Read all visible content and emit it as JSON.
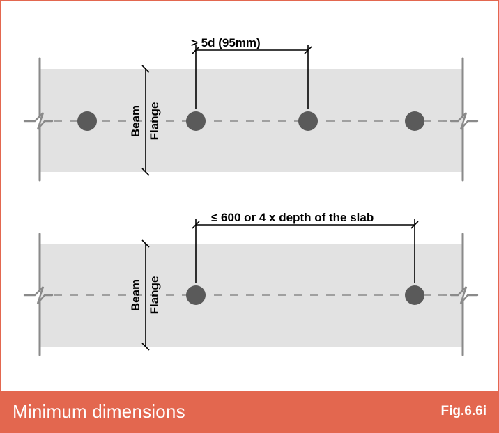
{
  "figure": {
    "title": "Minimum dimensions",
    "fig_number": "Fig.6.6i"
  },
  "panels": [
    {
      "id": "top",
      "beam_label": [
        "Beam",
        "Flange"
      ],
      "dimension_label": "> 5d (95mm)"
    },
    {
      "id": "bottom",
      "beam_label": [
        "Beam",
        "Flange"
      ],
      "dimension_label": "≤ 600 or 4 x depth of the slab"
    }
  ],
  "colors": {
    "accent": "#e3674f",
    "flange_fill": "#e2e2e2",
    "stud": "#5a5a5a",
    "line": "#888888"
  }
}
